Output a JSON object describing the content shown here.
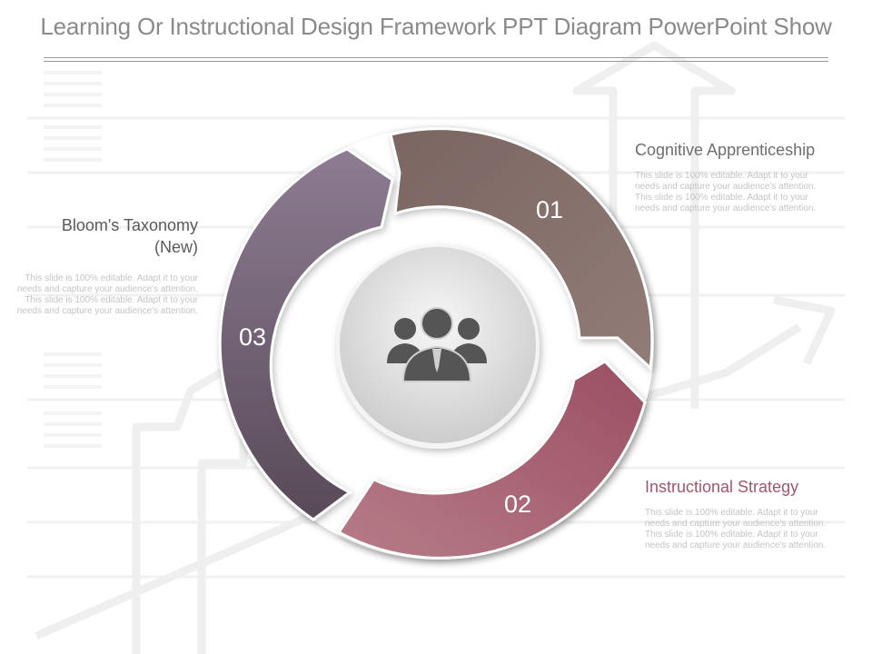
{
  "title": "Learning Or Instructional Design Framework PPT Diagram PowerPoint Show",
  "center": {
    "icon": "team-people-icon"
  },
  "steps": [
    {
      "number": "01",
      "heading": "Cognitive Apprenticeship",
      "body": "This slide is 100% editable. Adapt it to your needs and capture your audience's attention. This slide is 100% editable. Adapt it to your needs and capture your audience's attention.",
      "color": "#7f6b66"
    },
    {
      "number": "02",
      "heading": "Instructional Strategy",
      "body": "This slide is 100% editable. Adapt it to your needs and capture your audience's attention. This slide is 100% editable. Adapt it to your needs and capture your audience's attention.",
      "color": "#9c5468"
    },
    {
      "number": "03",
      "heading": "Bloom's Taxonomy (New)",
      "body": "This slide is 100% editable. Adapt it to your needs and capture your audience's attention. This slide is 100% editable. Adapt it to your needs and capture your audience's attention.",
      "color": "#6e5f70"
    }
  ],
  "colors": {
    "title_text": "#8a8a8a",
    "heading_1": "#6f6f6f",
    "heading_2": "#a0576c",
    "heading_3": "#5a5a5a",
    "body_text": "#c4c4c4",
    "center_circle": "#d8d8d8",
    "icon": "#555555"
  }
}
